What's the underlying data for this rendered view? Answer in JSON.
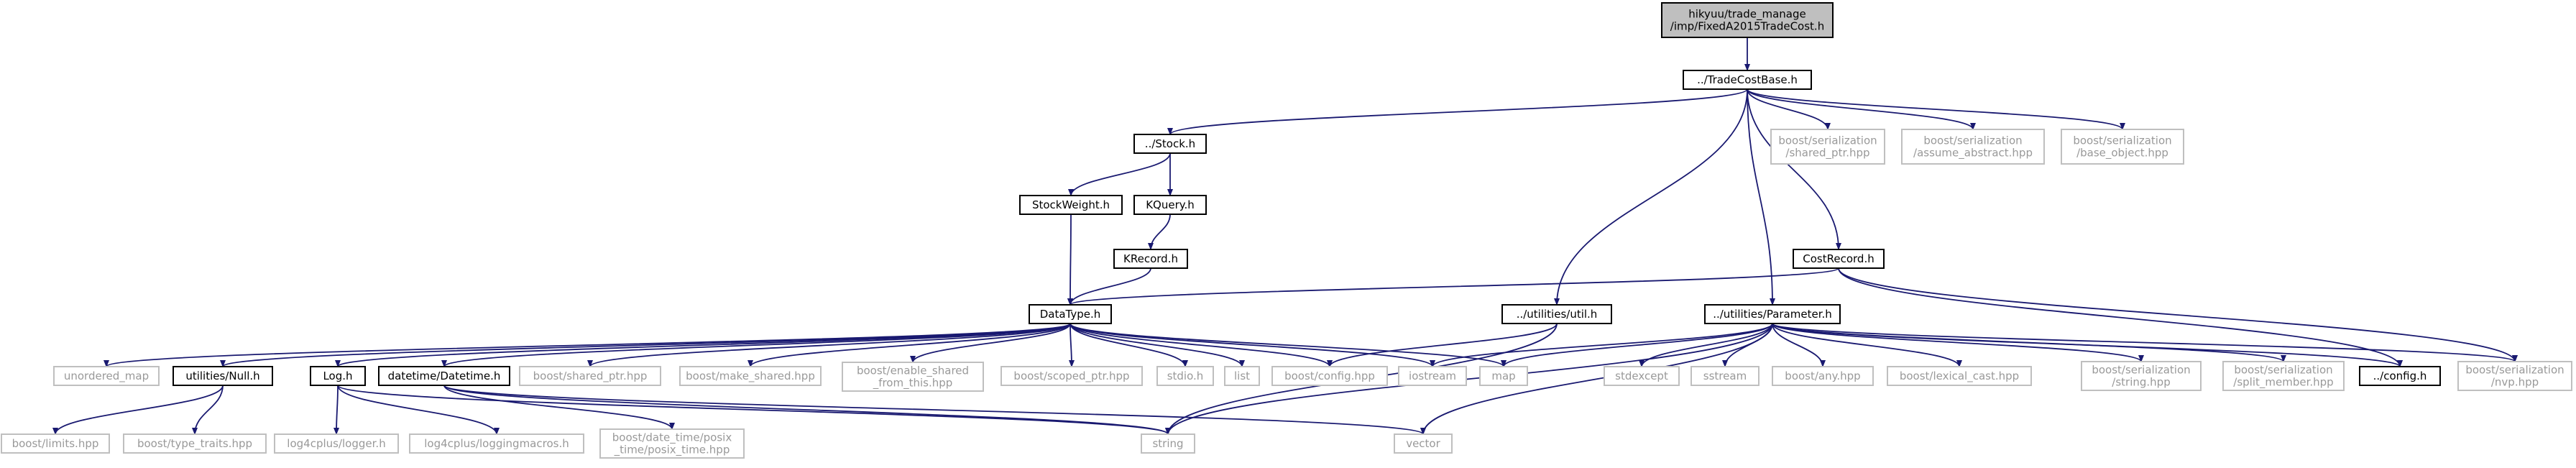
{
  "colors": {
    "edge": "#191970",
    "text_dark": "#000000",
    "text_gray": "#999999",
    "box_dark": "#000000",
    "box_gray": "#bfbfbf",
    "root_fill": "#bfbfbf"
  },
  "nodes": [
    {
      "id": "root",
      "lines": [
        "hikyuu/trade_manage",
        "/imp/FixedA2015TradeCost.h"
      ],
      "style": "root"
    },
    {
      "id": "tcb",
      "lines": [
        "../TradeCostBase.h"
      ],
      "style": "dark"
    },
    {
      "id": "stock",
      "lines": [
        "../Stock.h"
      ],
      "style": "dark"
    },
    {
      "id": "sp",
      "lines": [
        "boost/serialization",
        "/shared_ptr.hpp"
      ],
      "style": "gray"
    },
    {
      "id": "aa",
      "lines": [
        "boost/serialization",
        "/assume_abstract.hpp"
      ],
      "style": "gray"
    },
    {
      "id": "bo",
      "lines": [
        "boost/serialization",
        "/base_object.hpp"
      ],
      "style": "gray"
    },
    {
      "id": "sw",
      "lines": [
        "StockWeight.h"
      ],
      "style": "dark"
    },
    {
      "id": "kq",
      "lines": [
        "KQuery.h"
      ],
      "style": "dark"
    },
    {
      "id": "kr",
      "lines": [
        "KRecord.h"
      ],
      "style": "dark"
    },
    {
      "id": "cr",
      "lines": [
        "CostRecord.h"
      ],
      "style": "dark"
    },
    {
      "id": "dt",
      "lines": [
        "DataType.h"
      ],
      "style": "dark"
    },
    {
      "id": "util",
      "lines": [
        "../utilities/util.h"
      ],
      "style": "dark"
    },
    {
      "id": "param",
      "lines": [
        "../utilities/Parameter.h"
      ],
      "style": "dark"
    },
    {
      "id": "um",
      "lines": [
        "unordered_map"
      ],
      "style": "gray"
    },
    {
      "id": "null",
      "lines": [
        "utilities/Null.h"
      ],
      "style": "dark"
    },
    {
      "id": "log",
      "lines": [
        "Log.h"
      ],
      "style": "dark"
    },
    {
      "id": "ddt",
      "lines": [
        "datetime/Datetime.h"
      ],
      "style": "dark"
    },
    {
      "id": "bsp",
      "lines": [
        "boost/shared_ptr.hpp"
      ],
      "style": "gray"
    },
    {
      "id": "bms",
      "lines": [
        "boost/make_shared.hpp"
      ],
      "style": "gray"
    },
    {
      "id": "bes",
      "lines": [
        "boost/enable_shared",
        "_from_this.hpp"
      ],
      "style": "gray"
    },
    {
      "id": "bscp",
      "lines": [
        "boost/scoped_ptr.hpp"
      ],
      "style": "gray"
    },
    {
      "id": "stdio",
      "lines": [
        "stdio.h"
      ],
      "style": "gray"
    },
    {
      "id": "list",
      "lines": [
        "list"
      ],
      "style": "gray"
    },
    {
      "id": "bconf",
      "lines": [
        "boost/config.hpp"
      ],
      "style": "gray"
    },
    {
      "id": "ios",
      "lines": [
        "iostream"
      ],
      "style": "gray"
    },
    {
      "id": "map",
      "lines": [
        "map"
      ],
      "style": "gray"
    },
    {
      "id": "stdexc",
      "lines": [
        "stdexcept"
      ],
      "style": "gray"
    },
    {
      "id": "sstr",
      "lines": [
        "sstream"
      ],
      "style": "gray"
    },
    {
      "id": "bany",
      "lines": [
        "boost/any.hpp"
      ],
      "style": "gray"
    },
    {
      "id": "blc",
      "lines": [
        "boost/lexical_cast.hpp"
      ],
      "style": "gray"
    },
    {
      "id": "bss",
      "lines": [
        "boost/serialization",
        "/string.hpp"
      ],
      "style": "gray"
    },
    {
      "id": "bsm",
      "lines": [
        "boost/serialization",
        "/split_member.hpp"
      ],
      "style": "gray"
    },
    {
      "id": "conf",
      "lines": [
        "../config.h"
      ],
      "style": "dark"
    },
    {
      "id": "nvp",
      "lines": [
        "boost/serialization",
        "/nvp.hpp"
      ],
      "style": "gray"
    },
    {
      "id": "blim",
      "lines": [
        "boost/limits.hpp"
      ],
      "style": "gray"
    },
    {
      "id": "btt",
      "lines": [
        "boost/type_traits.hpp"
      ],
      "style": "gray"
    },
    {
      "id": "l4l",
      "lines": [
        "log4cplus/logger.h"
      ],
      "style": "gray"
    },
    {
      "id": "l4m",
      "lines": [
        "log4cplus/loggingmacros.h"
      ],
      "style": "gray"
    },
    {
      "id": "bdt",
      "lines": [
        "boost/date_time/posix",
        "_time/posix_time.hpp"
      ],
      "style": "gray"
    },
    {
      "id": "string",
      "lines": [
        "string"
      ],
      "style": "gray"
    },
    {
      "id": "vector",
      "lines": [
        "vector"
      ],
      "style": "gray"
    }
  ],
  "edges": [
    [
      "root",
      "tcb"
    ],
    [
      "tcb",
      "stock"
    ],
    [
      "tcb",
      "sp"
    ],
    [
      "tcb",
      "aa"
    ],
    [
      "tcb",
      "bo"
    ],
    [
      "tcb",
      "cr"
    ],
    [
      "tcb",
      "util"
    ],
    [
      "tcb",
      "param"
    ],
    [
      "stock",
      "sw"
    ],
    [
      "stock",
      "kq"
    ],
    [
      "sw",
      "dt"
    ],
    [
      "kq",
      "kr"
    ],
    [
      "kr",
      "dt"
    ],
    [
      "cr",
      "dt"
    ],
    [
      "cr",
      "conf"
    ],
    [
      "cr",
      "nvp"
    ],
    [
      "dt",
      "um"
    ],
    [
      "dt",
      "null"
    ],
    [
      "dt",
      "log"
    ],
    [
      "dt",
      "ddt"
    ],
    [
      "dt",
      "bsp"
    ],
    [
      "dt",
      "bms"
    ],
    [
      "dt",
      "bes"
    ],
    [
      "dt",
      "bscp"
    ],
    [
      "dt",
      "stdio"
    ],
    [
      "dt",
      "list"
    ],
    [
      "dt",
      "bconf"
    ],
    [
      "dt",
      "ios"
    ],
    [
      "dt",
      "map"
    ],
    [
      "util",
      "bconf"
    ],
    [
      "util",
      "string"
    ],
    [
      "param",
      "ios"
    ],
    [
      "param",
      "map"
    ],
    [
      "param",
      "stdexc"
    ],
    [
      "param",
      "sstr"
    ],
    [
      "param",
      "bany"
    ],
    [
      "param",
      "blc"
    ],
    [
      "param",
      "bss"
    ],
    [
      "param",
      "bsm"
    ],
    [
      "param",
      "conf"
    ],
    [
      "param",
      "nvp"
    ],
    [
      "param",
      "string"
    ],
    [
      "param",
      "vector"
    ],
    [
      "null",
      "blim"
    ],
    [
      "null",
      "btt"
    ],
    [
      "log",
      "l4l"
    ],
    [
      "log",
      "l4m"
    ],
    [
      "log",
      "string"
    ],
    [
      "ddt",
      "bdt"
    ],
    [
      "ddt",
      "string"
    ],
    [
      "ddt",
      "vector"
    ]
  ]
}
